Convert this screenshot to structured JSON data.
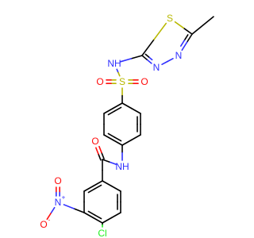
{
  "molecule": {
    "colors": {
      "C": "#000000",
      "N": "#3030FF",
      "O": "#FF0D0D",
      "S": "#B8B800",
      "Cl": "#1FF01F"
    },
    "atoms": [
      {
        "id": "a0",
        "label": "",
        "element": "C"
      },
      {
        "id": "a1",
        "label": "",
        "element": "C"
      },
      {
        "id": "a2",
        "label": "S",
        "element": "S"
      },
      {
        "id": "a3",
        "label": "",
        "element": "C"
      },
      {
        "id": "a4",
        "label": "N",
        "element": "N"
      },
      {
        "id": "a5",
        "label": "N",
        "element": "N"
      },
      {
        "id": "a6",
        "label": "",
        "element": "C"
      },
      {
        "id": "a7",
        "label": "NH",
        "element": "N"
      },
      {
        "id": "a8",
        "label": "S",
        "element": "S"
      },
      {
        "id": "a9",
        "label": "O",
        "element": "O"
      },
      {
        "id": "a10",
        "label": "O",
        "element": "O"
      },
      {
        "id": "a11",
        "label": "",
        "element": "C"
      },
      {
        "id": "a12",
        "label": "",
        "element": "C"
      },
      {
        "id": "a13",
        "label": "",
        "element": "C"
      },
      {
        "id": "a14",
        "label": "",
        "element": "C"
      },
      {
        "id": "a15",
        "label": "",
        "element": "C"
      },
      {
        "id": "a16",
        "label": "",
        "element": "C"
      },
      {
        "id": "a17",
        "label": "NH",
        "element": "N"
      },
      {
        "id": "a18",
        "label": "",
        "element": "C"
      },
      {
        "id": "a19",
        "label": "O",
        "element": "O"
      },
      {
        "id": "a20",
        "label": "",
        "element": "C"
      },
      {
        "id": "a21",
        "label": "",
        "element": "C"
      },
      {
        "id": "a22",
        "label": "",
        "element": "C"
      },
      {
        "id": "a23",
        "label": "",
        "element": "C"
      },
      {
        "id": "a24",
        "label": "",
        "element": "C"
      },
      {
        "id": "a25",
        "label": "",
        "element": "C"
      },
      {
        "id": "a26",
        "label": "N",
        "element": "N",
        "charge": "+"
      },
      {
        "id": "a27",
        "label": "O",
        "element": "O",
        "charge": "-"
      },
      {
        "id": "a28",
        "label": "O",
        "element": "O"
      },
      {
        "id": "a29",
        "label": "Cl",
        "element": "Cl"
      }
    ],
    "bonds": [
      {
        "a": 0,
        "b": 1,
        "order": 1
      },
      {
        "a": 1,
        "b": 2,
        "order": 1
      },
      {
        "a": 1,
        "b": 4,
        "order": 2
      },
      {
        "a": 4,
        "b": 5,
        "order": 1
      },
      {
        "a": 5,
        "b": 3,
        "order": 2
      },
      {
        "a": 3,
        "b": 2,
        "order": 1
      },
      {
        "a": 3,
        "b": 7,
        "order": 1
      },
      {
        "a": 7,
        "b": 8,
        "order": 1
      },
      {
        "a": 8,
        "b": 9,
        "order": 2
      },
      {
        "a": 8,
        "b": 10,
        "order": 2
      },
      {
        "a": 8,
        "b": 11,
        "order": 1
      },
      {
        "a": 11,
        "b": 12,
        "order": 2
      },
      {
        "a": 12,
        "b": 13,
        "order": 1
      },
      {
        "a": 13,
        "b": 14,
        "order": 2
      },
      {
        "a": 14,
        "b": 15,
        "order": 1
      },
      {
        "a": 15,
        "b": 16,
        "order": 2
      },
      {
        "a": 16,
        "b": 11,
        "order": 1
      },
      {
        "a": 14,
        "b": 17,
        "order": 1
      },
      {
        "a": 17,
        "b": 18,
        "order": 1
      },
      {
        "a": 18,
        "b": 19,
        "order": 2
      },
      {
        "a": 18,
        "b": 20,
        "order": 1
      },
      {
        "a": 20,
        "b": 21,
        "order": 2
      },
      {
        "a": 21,
        "b": 22,
        "order": 1
      },
      {
        "a": 22,
        "b": 23,
        "order": 2
      },
      {
        "a": 23,
        "b": 24,
        "order": 1
      },
      {
        "a": 24,
        "b": 25,
        "order": 2
      },
      {
        "a": 25,
        "b": 20,
        "order": 1
      },
      {
        "a": 22,
        "b": 26,
        "order": 1
      },
      {
        "a": 26,
        "b": 27,
        "order": 1
      },
      {
        "a": 26,
        "b": 28,
        "order": 2
      },
      {
        "a": 23,
        "b": 29,
        "order": 1
      }
    ]
  }
}
